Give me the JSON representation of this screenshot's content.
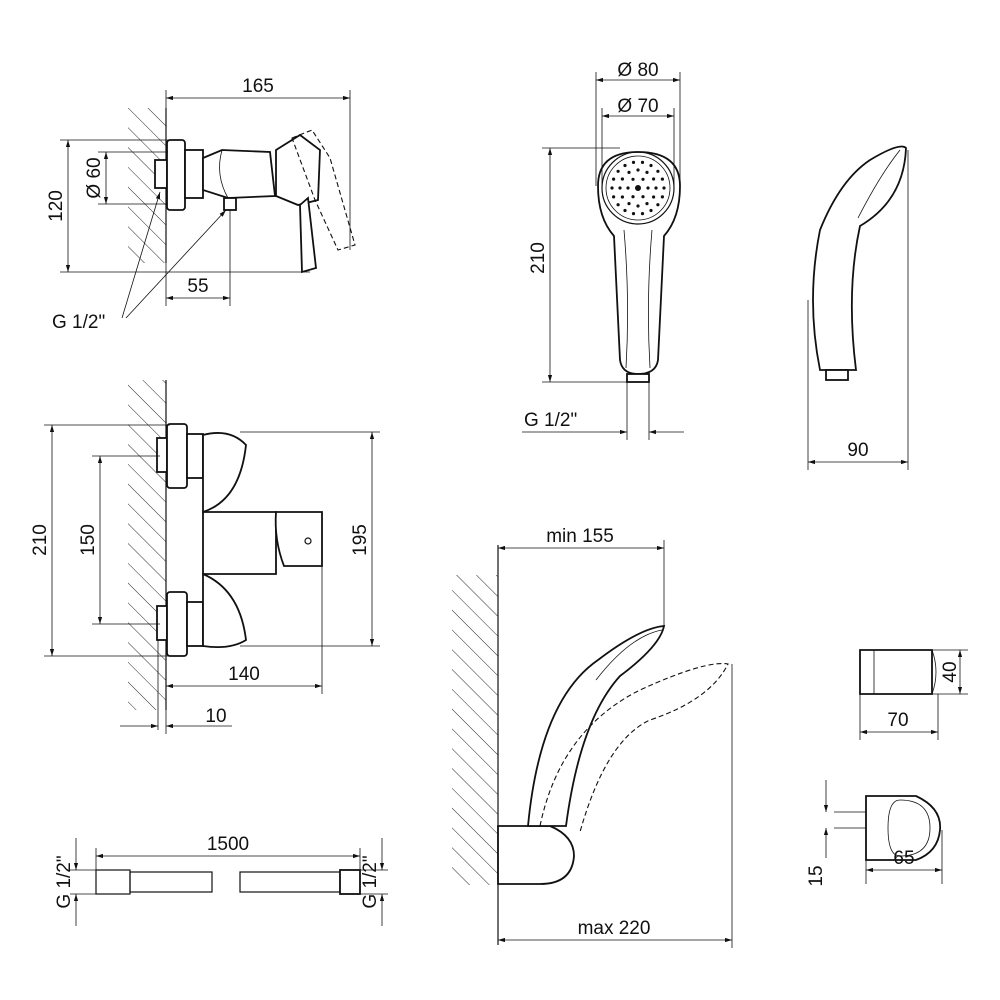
{
  "mixer_top": {
    "width": "165",
    "height": "120",
    "diameter": "Ø 60",
    "outlet": "55",
    "thread": "G 1/2\""
  },
  "mixer_front": {
    "height_total": "210",
    "centers": "150",
    "body_height": "195",
    "depth": "140",
    "offset": "10"
  },
  "hand_shower": {
    "dia_outer": "Ø 80",
    "dia_inner": "Ø 70",
    "length": "210",
    "thread": "G 1/2\"",
    "side_width": "90"
  },
  "holder": {
    "min_reach": "min 155",
    "max_reach": "max 220"
  },
  "bracket": {
    "height": "40",
    "width": "70",
    "base_width": "65",
    "base_height": "15"
  },
  "hose": {
    "length": "1500",
    "thread_left": "G 1/2\"",
    "thread_right": "G 1/2\""
  }
}
